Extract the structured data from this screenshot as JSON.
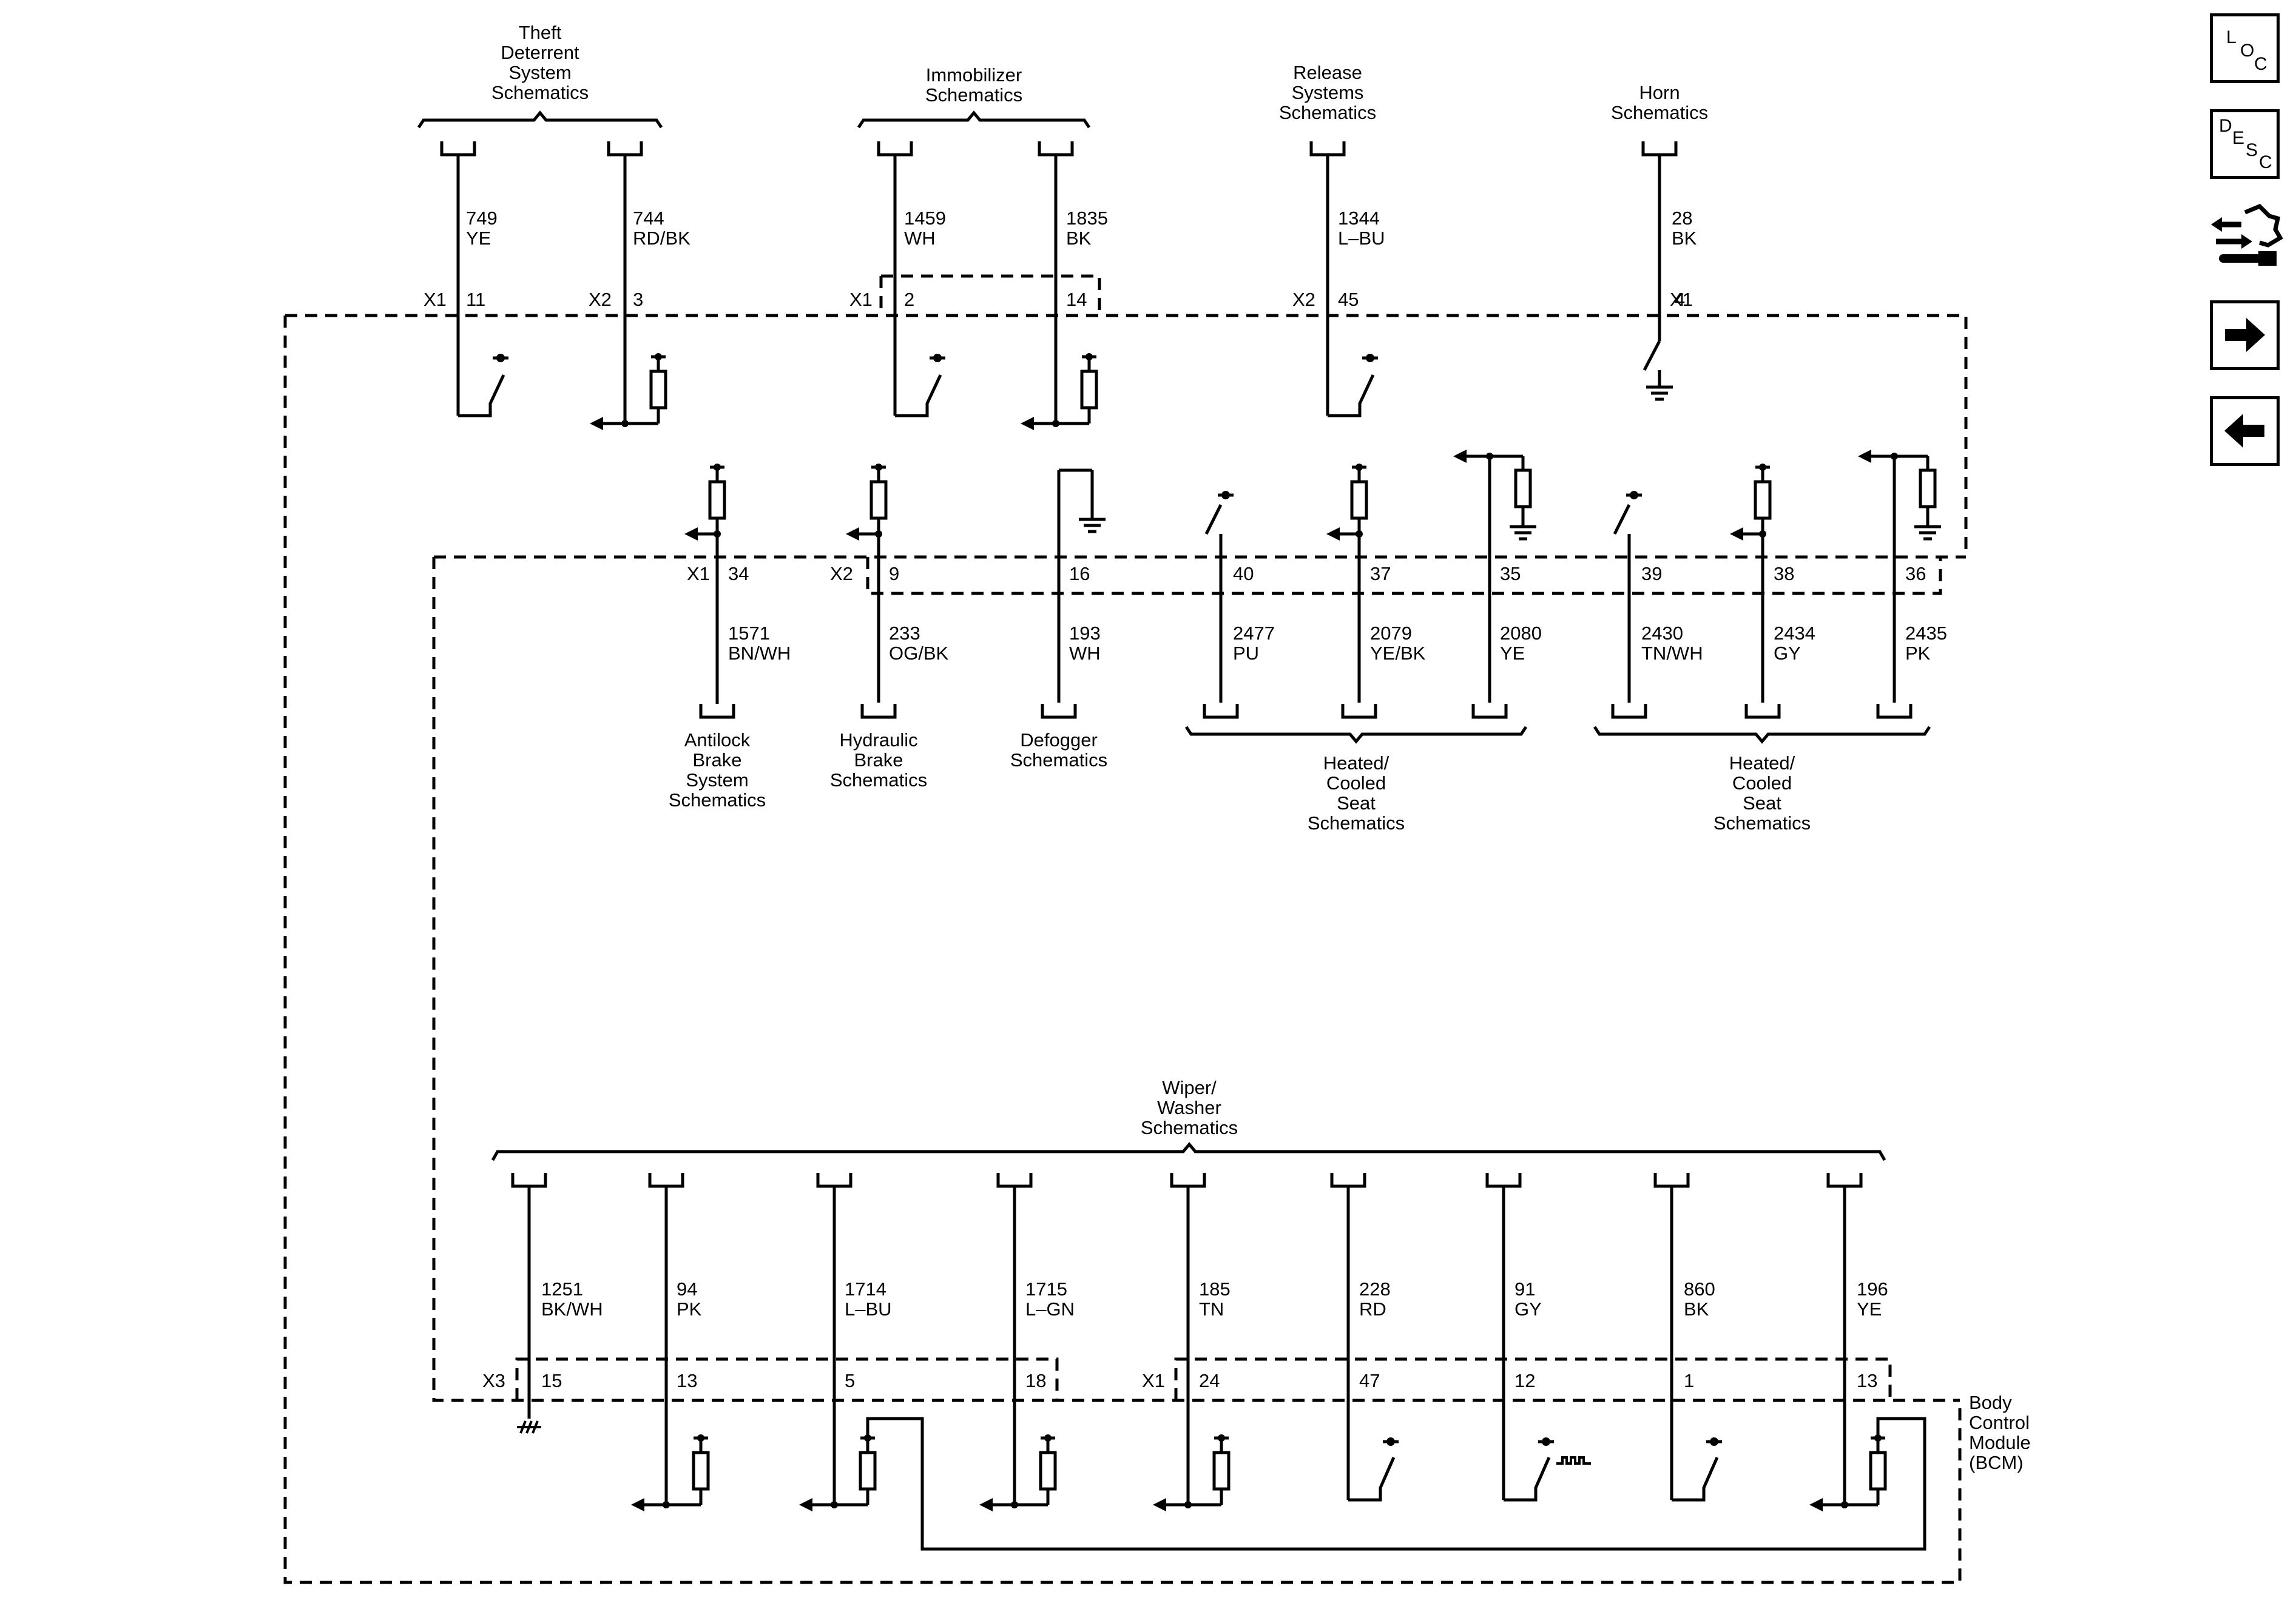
{
  "module": {
    "line1": "Body",
    "line2": "Control",
    "line3": "Module",
    "line4": "(BCM)"
  },
  "destinations": {
    "theft": [
      "Theft",
      "Deterrent",
      "System",
      "Schematics"
    ],
    "immobilizer": [
      "Immobilizer",
      "Schematics"
    ],
    "release": [
      "Release",
      "Systems",
      "Schematics"
    ],
    "horn": [
      "Horn",
      "Schematics"
    ],
    "antilock": [
      "Antilock",
      "Brake",
      "System",
      "Schematics"
    ],
    "hydraulic": [
      "Hydraulic",
      "Brake",
      "Schematics"
    ],
    "defogger": [
      "Defogger",
      "Schematics"
    ],
    "seat1": [
      "Heated/",
      "Cooled",
      "Seat",
      "Schematics"
    ],
    "seat2": [
      "Heated/",
      "Cooled",
      "Seat",
      "Schematics"
    ],
    "wiper": [
      "Wiper/",
      "Washer",
      "Schematics"
    ]
  },
  "connectors": {
    "top_x1a": "X1",
    "top_x2a": "X2",
    "top_x1b": "X1",
    "top_x2b": "X2",
    "top_x1c": "X1",
    "mid_x1": "X1",
    "mid_x2": "X2",
    "bot_x3": "X3",
    "bot_x1": "X1"
  },
  "circuits": {
    "c749": {
      "num": "749",
      "color": "YE",
      "pin": "11"
    },
    "c744": {
      "num": "744",
      "color": "RD/BK",
      "pin": "3"
    },
    "c1459": {
      "num": "1459",
      "color": "WH",
      "pin": "2"
    },
    "c1835": {
      "num": "1835",
      "color": "BK",
      "pin": "14"
    },
    "c1344": {
      "num": "1344",
      "color": "L–BU",
      "pin": "45"
    },
    "c28": {
      "num": "28",
      "color": "BK",
      "pin": "4"
    },
    "c1571": {
      "num": "1571",
      "color": "BN/WH",
      "pin": "34"
    },
    "c233": {
      "num": "233",
      "color": "OG/BK",
      "pin": "9"
    },
    "c193": {
      "num": "193",
      "color": "WH",
      "pin": "16"
    },
    "c2477": {
      "num": "2477",
      "color": "PU",
      "pin": "40"
    },
    "c2079": {
      "num": "2079",
      "color": "YE/BK",
      "pin": "37"
    },
    "c2080": {
      "num": "2080",
      "color": "YE",
      "pin": "35"
    },
    "c2430": {
      "num": "2430",
      "color": "TN/WH",
      "pin": "39"
    },
    "c2434": {
      "num": "2434",
      "color": "GY",
      "pin": "38"
    },
    "c2435": {
      "num": "2435",
      "color": "PK",
      "pin": "36"
    },
    "c1251": {
      "num": "1251",
      "color": "BK/WH",
      "pin": "15"
    },
    "c94": {
      "num": "94",
      "color": "PK",
      "pin": "13"
    },
    "c1714": {
      "num": "1714",
      "color": "L–BU",
      "pin": "5"
    },
    "c1715": {
      "num": "1715",
      "color": "L–GN",
      "pin": "18"
    },
    "c185": {
      "num": "185",
      "color": "TN",
      "pin": "24"
    },
    "c228": {
      "num": "228",
      "color": "RD",
      "pin": "47"
    },
    "c91": {
      "num": "91",
      "color": "GY",
      "pin": "12"
    },
    "c860": {
      "num": "860",
      "color": "BK",
      "pin": "1"
    },
    "c196": {
      "num": "196",
      "color": "YE",
      "pin": "13"
    }
  },
  "nav": {
    "loc": {
      "l1": "L",
      "l2": "O",
      "l3": "C"
    },
    "desc": {
      "l1": "D",
      "l2": "E",
      "l3": "S",
      "l4": "C"
    },
    "icons": [
      "connector-tool-icon",
      "arrow-right-icon",
      "arrow-left-icon"
    ]
  }
}
